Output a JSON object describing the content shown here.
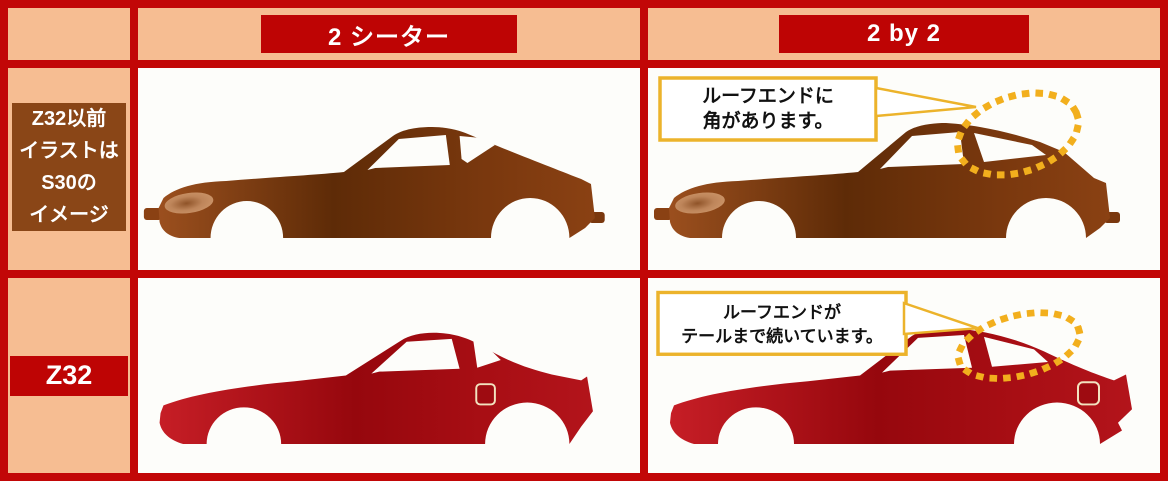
{
  "palette": {
    "grid_red": "#C20707",
    "header_bar_red": "#BE0404",
    "background_peach": "#F6BD92",
    "cell_white": "#FDFDFA",
    "s30_label_brown": "#8A4617",
    "s30_body_dark": "#5E2B07",
    "s30_body_light": "#9B4F1E",
    "headlight_tan": "#BE855A",
    "z32_body_dark": "#96070D",
    "z32_body_light": "#C61E26",
    "callout_border_gold": "#ECB32B",
    "dotted_ellipse_gold": "#F2AF1D",
    "text_white": "#FFFFFF",
    "text_black": "#111111"
  },
  "table": {
    "column_headers": [
      {
        "label": "2 シーター"
      },
      {
        "label": "2 by 2"
      }
    ],
    "row_headers": [
      {
        "lines": [
          "Z32以前",
          "イラストは",
          "S30の",
          "イメージ"
        ]
      },
      {
        "lines": [
          "Z32"
        ]
      }
    ],
    "callouts": [
      {
        "lines": [
          "ルーフエンドに",
          "角があります。"
        ]
      },
      {
        "lines": [
          "ルーフエンドが",
          "テールまで続いています。"
        ]
      }
    ],
    "illustrations": [
      {
        "name": "s30-2seater-silhouette",
        "color": "brown"
      },
      {
        "name": "s30-2by2-silhouette",
        "color": "brown",
        "highlight": "roof-end-corner"
      },
      {
        "name": "z32-2seater-silhouette",
        "color": "red"
      },
      {
        "name": "z32-2by2-silhouette",
        "color": "red",
        "highlight": "roof-end-to-tail"
      }
    ]
  }
}
